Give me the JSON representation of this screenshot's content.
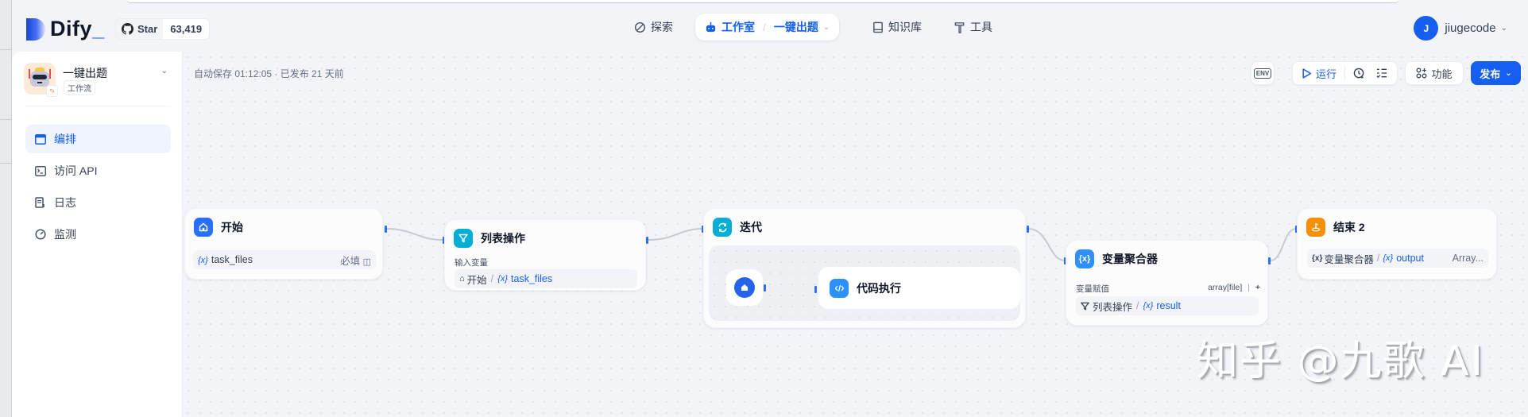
{
  "header": {
    "logo_text": "Dify",
    "github": {
      "star_label": "Star",
      "star_count": "63,419"
    },
    "nav": [
      {
        "label": "探索",
        "icon": "compass-icon"
      },
      {
        "label": "工作室",
        "icon": "robot-icon",
        "active": true,
        "current_app": "一键出题"
      },
      {
        "label": "知识库",
        "icon": "book-icon"
      },
      {
        "label": "工具",
        "icon": "hammer-icon"
      }
    ],
    "user": {
      "initial": "J",
      "name": "jiugecode"
    }
  },
  "sidebar": {
    "app_name": "一键出题",
    "app_type": "工作流",
    "items": [
      {
        "label": "编排",
        "icon": "layout-icon",
        "active": true
      },
      {
        "label": "访问 API",
        "icon": "terminal-icon"
      },
      {
        "label": "日志",
        "icon": "log-icon"
      },
      {
        "label": "监测",
        "icon": "gauge-icon"
      }
    ]
  },
  "toolbar": {
    "status": "自动保存 01:12:05 · 已发布 21 天前",
    "env_label": "ENV",
    "run_label": "运行",
    "feature_label": "功能",
    "publish_label": "发布"
  },
  "nodes": {
    "start": {
      "title": "开始",
      "var_name": "task_files",
      "required_label": "必填"
    },
    "list_op": {
      "title": "列表操作",
      "input_label": "输入变量",
      "source_node": "开始",
      "source_var": "task_files"
    },
    "iteration": {
      "title": "迭代",
      "child_title": "代码执行"
    },
    "aggregator": {
      "title": "变量聚合器",
      "assign_label": "变量赋值",
      "type_label": "array[file]",
      "source_node": "列表操作",
      "source_var": "result"
    },
    "end": {
      "title": "结束 2",
      "source_node": "变量聚合器",
      "source_var": "output",
      "type_label": "Array..."
    }
  },
  "colors": {
    "accent": "#155eef",
    "start_icon": "#2970ff",
    "list_icon": "#06aed4",
    "iteration_icon": "#06aed4",
    "code_icon": "#2e90fa",
    "aggregator_icon": "#2e90fa",
    "end_icon": "#f79009"
  },
  "watermark": "知乎 @九歌 AI"
}
